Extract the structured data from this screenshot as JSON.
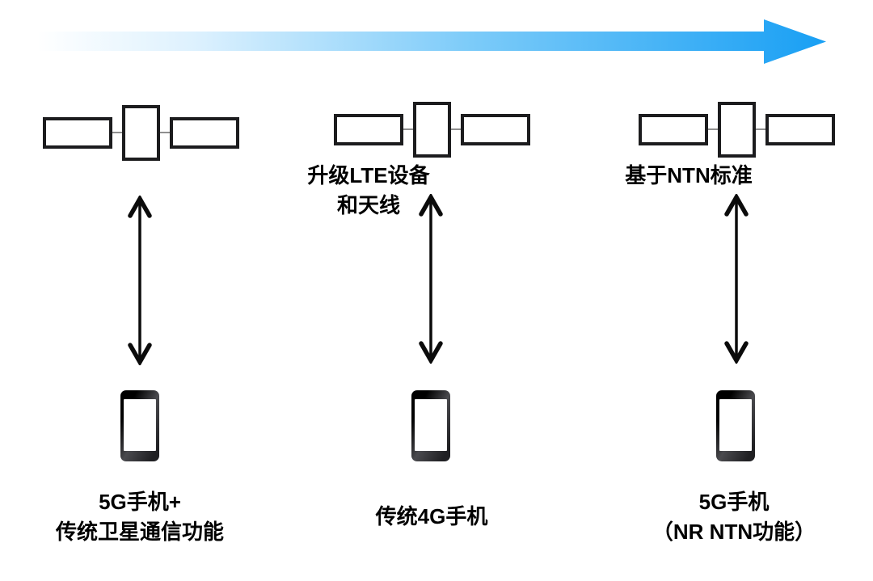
{
  "diagram": {
    "topic": "satellite-to-phone connectivity evolution",
    "colors": {
      "accent_blue_end": "#189ff4",
      "accent_blue_mid": "#7ccbf9",
      "accent_blue_start": "#ffffff",
      "text": "#000000",
      "outline": "#1c1c1e",
      "phone_body": "#2b2b2e"
    },
    "icons": {
      "timeline": "right-arrow-icon",
      "satellite": "satellite-icon",
      "vertical_link": "double-headed-arrow-icon",
      "phone": "smartphone-icon"
    },
    "timeline_arrow": {
      "direction": "left-to-right"
    },
    "columns": [
      {
        "phone_label_line1": "5G手机+",
        "phone_label_line2": "传统卫星通信功能"
      },
      {
        "link_label_line1": "升级LTE设备",
        "link_label_line2": "和天线",
        "phone_label_line1": "传统4G手机"
      },
      {
        "link_label_line1": "基于NTN标准",
        "phone_label_line1": "5G手机",
        "phone_label_line2": "（NR NTN功能）"
      }
    ]
  }
}
